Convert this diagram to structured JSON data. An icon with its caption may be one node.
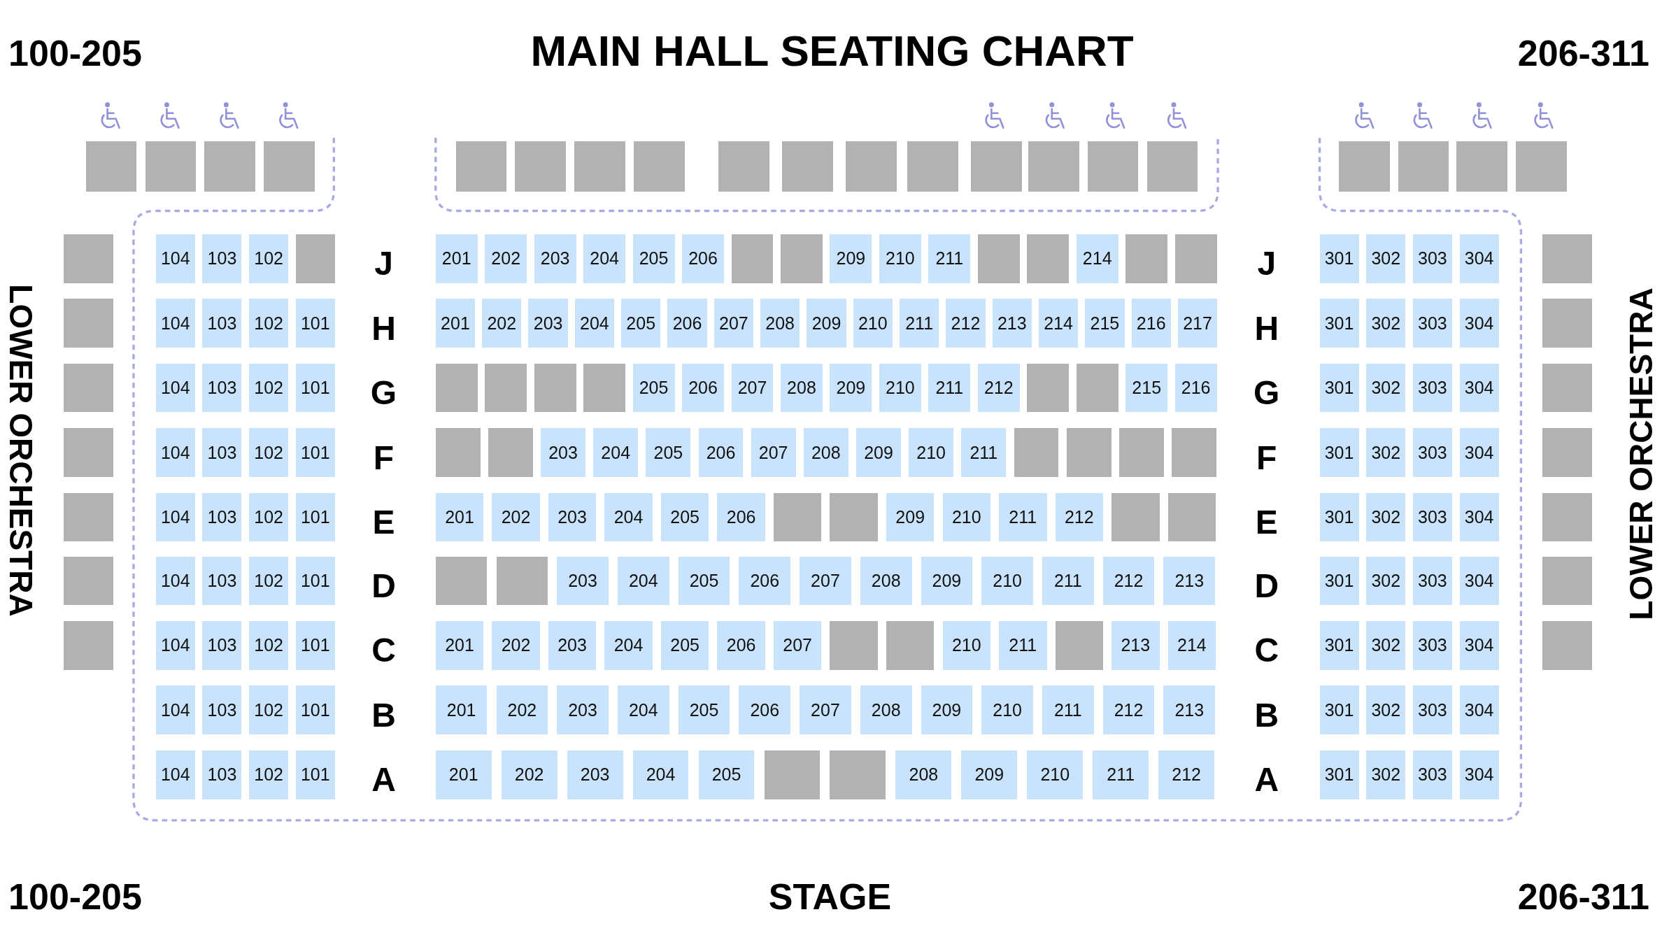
{
  "diagram": {
    "title": "MAIN HALL SEATING CHART",
    "nodes": [
      {
        "text": [],
        "shape": "box"
      },
      {
        "text": [],
        "shape": "box"
      },
      {
        "text": [],
        "shape": "box"
      },
      {
        "text": [],
        "shape": "box"
      },
      {
        "text": [],
        "shape": "box"
      },
      {
        "text": [],
        "shape": "box"
      },
      {
        "text": [],
        "shape": "box"
      },
      {
        "text": [],
        "shape": "box"
      },
      {
        "text": [],
        "shape": "box"
      },
      {
        "text": [],
        "shape": "box"
      },
      {
        "text": [],
        "shape": "box"
      },
      {
        "text": [],
        "shape": "box"
      },
      {
        "text": [],
        "shape": "box"
      },
      {
        "text": [],
        "shape": "box"
      },
      {
        "text": [],
        "shape": "box"
      },
      {
        "text": [],
        "shape": "box"
      },
      {
        "text": [],
        "shape": "box"
      },
      {
        "text": [],
        "shape": "box"
      },
      {
        "text": [],
        "shape": "box"
      },
      {
        "text": [],
        "shape": "box"
      },
      {
        "text": [],
        "shape": "box"
      },
      {
        "text": [
          "104"
        ]
      },
      {
        "text": [
          "103"
        ]
      },
      {
        "text": [
          "102"
        ]
      },
      {
        "text": [],
        "shape": "box"
      },
      {
        "text": [
          "201"
        ]
      },
      {
        "text": [
          "202"
        ]
      },
      {
        "text": [
          "203"
        ]
      },
      {
        "text": [
          "204"
        ]
      },
      {
        "text": [
          "205"
        ]
      },
      {
        "text": [
          "206"
        ]
      },
      {
        "text": [],
        "shape": "box"
      },
      {
        "text": [],
        "shape": "box"
      },
      {
        "text": [
          "209"
        ]
      },
      {
        "text": [
          "210"
        ]
      },
      {
        "text": [
          "211"
        ]
      },
      {
        "text": [],
        "shape": "box"
      },
      {
        "text": [],
        "shape": "box"
      },
      {
        "text": [
          "214"
        ]
      },
      {
        "text": [],
        "shape": "box"
      },
      {
        "text": [],
        "shape": "box"
      },
      {
        "text": [
          "301"
        ]
      },
      {
        "text": [
          "302"
        ]
      },
      {
        "text": [
          "303"
        ]
      },
      {
        "text": [
          "304"
        ]
      },
      {
        "text": [],
        "shape": "box"
      },
      {
        "text": [],
        "shape": "box"
      },
      {
        "text": [
          "104"
        ]
      },
      {
        "text": [
          "103"
        ]
      },
      {
        "text": [
          "102"
        ]
      },
      {
        "text": [
          "101"
        ]
      },
      {
        "text": [
          "201"
        ]
      },
      {
        "text": [
          "202"
        ]
      },
      {
        "text": [
          "203"
        ]
      },
      {
        "text": [
          "204"
        ]
      },
      {
        "text": [
          "205"
        ]
      },
      {
        "text": [
          "206"
        ]
      },
      {
        "text": [
          "207"
        ]
      },
      {
        "text": [
          "208"
        ]
      },
      {
        "text": [
          "209"
        ]
      },
      {
        "text": [
          "210"
        ]
      },
      {
        "text": [
          "211"
        ]
      },
      {
        "text": [
          "212"
        ]
      },
      {
        "text": [
          "213"
        ]
      },
      {
        "text": [
          "214"
        ]
      },
      {
        "text": [
          "215"
        ]
      },
      {
        "text": [
          "216"
        ]
      },
      {
        "text": [
          "217"
        ]
      },
      {
        "text": [
          "301"
        ]
      },
      {
        "text": [
          "302"
        ]
      },
      {
        "text": [
          "303"
        ]
      },
      {
        "text": [
          "304"
        ]
      },
      {
        "text": [],
        "shape": "box"
      },
      {
        "text": [],
        "shape": "box"
      },
      {
        "text": [
          "104"
        ]
      },
      {
        "text": [
          "103"
        ]
      },
      {
        "text": [
          "102"
        ]
      },
      {
        "text": [
          "101"
        ]
      },
      {
        "text": [],
        "shape": "box"
      },
      {
        "text": [],
        "shape": "box"
      },
      {
        "text": [],
        "shape": "box"
      },
      {
        "text": [],
        "shape": "box"
      },
      {
        "text": [
          "205"
        ]
      },
      {
        "text": [
          "206"
        ]
      },
      {
        "text": [
          "207"
        ]
      },
      {
        "text": [
          "208"
        ]
      },
      {
        "text": [
          "209"
        ]
      },
      {
        "text": [
          "210"
        ]
      },
      {
        "text": [
          "211"
        ]
      },
      {
        "text": [
          "212"
        ]
      },
      {
        "text": [],
        "shape": "box"
      },
      {
        "text": [],
        "shape": "box"
      },
      {
        "text": [
          "215"
        ]
      },
      {
        "text": [
          "216"
        ]
      },
      {
        "text": [
          "301"
        ]
      },
      {
        "text": [
          "302"
        ]
      },
      {
        "text": [
          "303"
        ]
      },
      {
        "text": [
          "304"
        ]
      },
      {
        "text": [],
        "shape": "box"
      },
      {
        "text": [],
        "shape": "box"
      },
      {
        "text": [
          "104"
        ]
      },
      {
        "text": [
          "103"
        ]
      },
      {
        "text": [
          "102"
        ]
      },
      {
        "text": [
          "101"
        ]
      },
      {
        "text": [],
        "shape": "box"
      },
      {
        "text": [],
        "shape": "box"
      },
      {
        "text": [
          "203"
        ]
      },
      {
        "text": [
          "204"
        ]
      },
      {
        "text": [
          "205"
        ]
      },
      {
        "text": [
          "206"
        ]
      },
      {
        "text": [
          "207"
        ]
      },
      {
        "text": [
          "208"
        ]
      },
      {
        "text": [
          "209"
        ]
      },
      {
        "text": [
          "210"
        ]
      },
      {
        "text": [
          "211"
        ]
      },
      {
        "text": [],
        "shape": "box"
      },
      {
        "text": [],
        "shape": "box"
      },
      {
        "text": [],
        "shape": "box"
      },
      {
        "text": [],
        "shape": "box"
      },
      {
        "text": [
          "301"
        ]
      },
      {
        "text": [
          "302"
        ]
      },
      {
        "text": [
          "303"
        ]
      },
      {
        "text": [
          "304"
        ]
      },
      {
        "text": [],
        "shape": "box"
      },
      {
        "text": [],
        "shape": "box"
      },
      {
        "text": [
          "104"
        ]
      },
      {
        "text": [
          "103"
        ]
      },
      {
        "text": [
          "102"
        ]
      },
      {
        "text": [
          "101"
        ]
      },
      {
        "text": [
          "201"
        ]
      },
      {
        "text": [
          "202"
        ]
      },
      {
        "text": [
          "203"
        ]
      },
      {
        "text": [
          "204"
        ]
      },
      {
        "text": [
          "205"
        ]
      },
      {
        "text": [
          "206"
        ]
      },
      {
        "text": [],
        "shape": "box"
      },
      {
        "text": [],
        "shape": "box"
      },
      {
        "text": [
          "209"
        ]
      },
      {
        "text": [
          "210"
        ]
      },
      {
        "text": [
          "211"
        ]
      },
      {
        "text": [
          "212"
        ]
      },
      {
        "text": [],
        "shape": "box"
      },
      {
        "text": [],
        "shape": "box"
      },
      {
        "text": [
          "301"
        ]
      },
      {
        "text": [
          "302"
        ]
      },
      {
        "text": [
          "303"
        ]
      },
      {
        "text": [
          "304"
        ]
      },
      {
        "text": [],
        "shape": "box"
      },
      {
        "text": [],
        "shape": "box"
      },
      {
        "text": [
          "104"
        ]
      },
      {
        "text": [
          "103"
        ]
      },
      {
        "text": [
          "102"
        ]
      },
      {
        "text": [
          "101"
        ]
      },
      {
        "text": [],
        "shape": "box"
      },
      {
        "text": [],
        "shape": "box"
      },
      {
        "text": [
          "203"
        ]
      },
      {
        "text": [
          "204"
        ]
      },
      {
        "text": [
          "205"
        ]
      },
      {
        "text": [
          "206"
        ]
      },
      {
        "text": [
          "207"
        ]
      },
      {
        "text": [
          "208"
        ]
      },
      {
        "text": [
          "209"
        ]
      },
      {
        "text": [
          "210"
        ]
      },
      {
        "text": [
          "211"
        ]
      },
      {
        "text": [
          "212"
        ]
      },
      {
        "text": [
          "213"
        ]
      },
      {
        "text": [
          "301"
        ]
      },
      {
        "text": [
          "302"
        ]
      },
      {
        "text": [
          "303"
        ]
      },
      {
        "text": [
          "304"
        ]
      },
      {
        "text": [],
        "shape": "box"
      },
      {
        "text": [],
        "shape": "box"
      },
      {
        "text": [
          "104"
        ]
      },
      {
        "text": [
          "103"
        ]
      },
      {
        "text": [
          "102"
        ]
      },
      {
        "text": [
          "101"
        ]
      },
      {
        "text": [
          "201"
        ]
      },
      {
        "text": [
          "202"
        ]
      },
      {
        "text": [
          "203"
        ]
      },
      {
        "text": [
          "204"
        ]
      },
      {
        "text": [
          "205"
        ]
      },
      {
        "text": [
          "206"
        ]
      },
      {
        "text": [
          "207"
        ]
      },
      {
        "text": [],
        "shape": "box"
      },
      {
        "text": [],
        "shape": "box"
      },
      {
        "text": [
          "210"
        ]
      },
      {
        "text": [
          "211"
        ]
      },
      {
        "text": [],
        "shape": "box"
      },
      {
        "text": [
          "213"
        ]
      },
      {
        "text": [
          "214"
        ]
      },
      {
        "text": [
          "301"
        ]
      },
      {
        "text": [
          "302"
        ]
      },
      {
        "text": [
          "303"
        ]
      },
      {
        "text": [
          "304"
        ]
      },
      {
        "text": [],
        "shape": "box"
      },
      {
        "text": [
          "104"
        ]
      },
      {
        "text": [
          "103"
        ]
      },
      {
        "text": [
          "102"
        ]
      },
      {
        "text": [
          "101"
        ]
      },
      {
        "text": [
          "201"
        ]
      },
      {
        "text": [
          "202"
        ]
      },
      {
        "text": [
          "203"
        ]
      },
      {
        "text": [
          "204"
        ]
      },
      {
        "text": [
          "205"
        ]
      },
      {
        "text": [
          "206"
        ]
      },
      {
        "text": [
          "207"
        ]
      },
      {
        "text": [
          "208"
        ]
      },
      {
        "text": [
          "209"
        ]
      },
      {
        "text": [
          "210"
        ]
      },
      {
        "text": [
          "211"
        ]
      },
      {
        "text": [
          "212"
        ]
      },
      {
        "text": [
          "213"
        ]
      },
      {
        "text": [
          "301"
        ]
      },
      {
        "text": [
          "302"
        ]
      },
      {
        "text": [
          "303"
        ]
      },
      {
        "text": [
          "304"
        ]
      },
      {
        "text": [
          "104"
        ]
      },
      {
        "text": [
          "103"
        ]
      },
      {
        "text": [
          "102"
        ]
      },
      {
        "text": [
          "101"
        ]
      },
      {
        "text": [
          "201"
        ]
      },
      {
        "text": [
          "202"
        ]
      },
      {
        "text": [
          "203"
        ]
      },
      {
        "text": [
          "204"
        ]
      },
      {
        "text": [
          "205"
        ]
      },
      {
        "text": [],
        "shape": "box"
      },
      {
        "text": [],
        "shape": "box"
      },
      {
        "text": [
          "208"
        ]
      },
      {
        "text": [
          "209"
        ]
      },
      {
        "text": [
          "210"
        ]
      },
      {
        "text": [
          "211"
        ]
      },
      {
        "text": [
          "212"
        ]
      },
      {
        "text": [
          "301"
        ]
      },
      {
        "text": [
          "302"
        ]
      },
      {
        "text": [
          "303"
        ]
      },
      {
        "text": [
          "304"
        ]
      }
    ],
    "labels": [
      "100-205",
      "206-311",
      "LOWER ORCHESTRA",
      "J",
      "J",
      "H",
      "H",
      "G",
      "G",
      "F",
      "F",
      "E",
      "E",
      "D",
      "D",
      "C",
      "C",
      "B",
      "B",
      "A",
      "A",
      "LOWER ORCHESTRA",
      "100-205",
      "STAGE",
      "206-311"
    ]
  }
}
